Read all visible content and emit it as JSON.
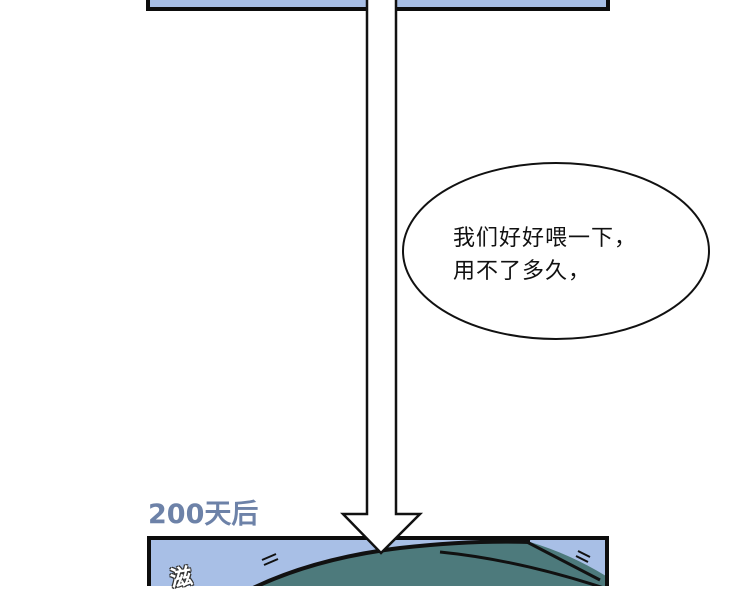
{
  "comic": {
    "speech_bubble": {
      "line1": "我们好好喂一下，",
      "line2": "用不了多久，"
    },
    "caption": "200天后",
    "sfx_partial": "滋"
  },
  "colors": {
    "panel_sky": "#a8bfe6",
    "panel_border": "#0d0d0d",
    "teal_shape": "#4d7a7c",
    "caption": "#6d82a8",
    "background": "#ffffff"
  }
}
